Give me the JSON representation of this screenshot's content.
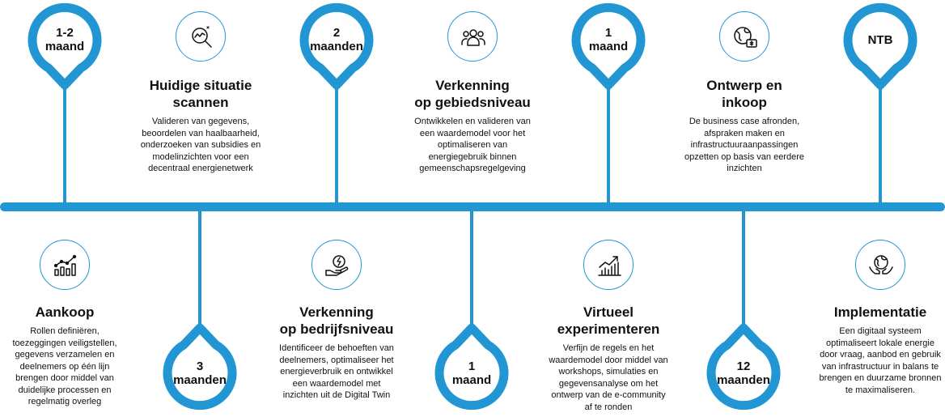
{
  "colors": {
    "accent": "#2196d3",
    "text": "#111111",
    "background": "#ffffff"
  },
  "top_steps": [
    {
      "duration": "1-2\nmaand",
      "icon": "magnifier-chart-icon",
      "title": "Huidige situatie\nscannen",
      "description": "Valideren van gegevens,\nbeoordelen van haalbaarheid,\nonderzoeken van subsidies en\nmodelinzichten voor een\ndecentraal energienetwerk"
    },
    {
      "duration": "2\nmaanden",
      "icon": "group-people-icon",
      "title": "Verkenning\nop gebiedsniveau",
      "description": "Ontwikkelen en valideren van\neen waardemodel voor het\noptimaliseren van\nenergiegebruik binnen\ngemeenschapsregelgeving"
    },
    {
      "duration": "1\nmaand",
      "icon": "globe-money-icon",
      "title": "Ontwerp en\ninkoop",
      "description": "De business case afronden,\nafspraken maken en\ninfrastructuuraanpassingen\nopzetten op basis van eerdere\ninzichten"
    },
    {
      "duration": "NTB"
    }
  ],
  "bottom_steps": [
    {
      "duration": "3\nmaanden",
      "icon": "bar-chart-icon",
      "title": "Aankoop",
      "description": "Rollen definiëren,\ntoezeggingen veiligstellen,\ngegevens verzamelen en\ndeelnemers op één lijn\nbrengen door middel van\nduidelijke processen en\nregelmatig overleg"
    },
    {
      "duration": "1\nmaand",
      "icon": "hand-energy-icon",
      "title": "Verkenning\nop bedrijfsniveau",
      "description": "Identificeer de behoeften van\ndeelnemers, optimaliseer het\nenergieverbruik en ontwikkel\neen waardemodel met\ninzichten uit de Digital Twin"
    },
    {
      "duration": "12\nmaanden",
      "icon": "growth-chart-icon",
      "title": "Virtueel\nexperimenteren",
      "description": "Verfijn de regels en het\nwaardemodel door middel van\nworkshops, simulaties en\ngegevensanalyse om het\nontwerp van de e-community\naf te ronden"
    },
    {
      "icon": "hands-globe-icon",
      "title": "Implementatie",
      "description": "Een digitaal systeem\noptimaliseert lokale energie\ndoor vraag, aanbod en gebruik\nvan infrastructuur in balans te\nbrengen en duurzame bronnen\nte maximaliseren."
    }
  ]
}
